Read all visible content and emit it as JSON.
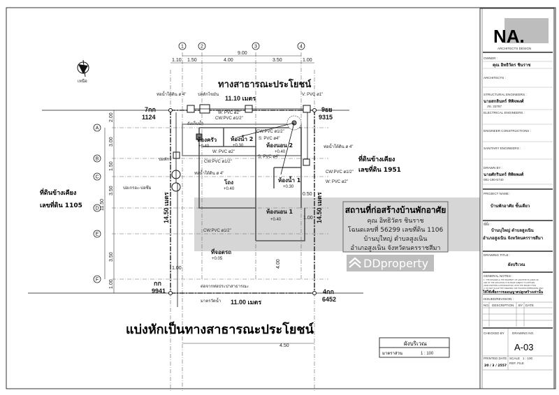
{
  "site": {
    "road_top": "ทางสาธารณะประโยชน์",
    "road_bottom": "แบ่งหักเป็นทางสาธารณะประโยชน์",
    "north_label": "เหนือ",
    "top_width": "11.10 เมตร",
    "bottom_width": "11.00 เมตร",
    "left_depth": "14.50 เมตร",
    "right_depth": "14.50 เมตร",
    "markers": {
      "top_left": [
        "7กก",
        "1124"
      ],
      "top_right": [
        "9ยย",
        "9315"
      ],
      "bottom_left": [
        "กก",
        "9941"
      ],
      "bottom_right": [
        "4กก",
        "6452"
      ]
    },
    "neighbor_right": [
      "ที่ดินข้างเคียง",
      "เลขที่ดิน 1951"
    ],
    "neighbor_left": [
      "ที่ดินข้างเคียง",
      "เลขที่ดิน 1105"
    ]
  },
  "grid": {
    "columns": [
      "1",
      "2",
      "3",
      "4"
    ],
    "rows": [
      "A",
      "B",
      "C",
      "D",
      "E",
      "F"
    ],
    "top_dims": [
      "1.10",
      "1.50",
      "4.00",
      "3.50",
      "1.00"
    ],
    "top_total": "9.00",
    "left_dims": [
      "2.00",
      "3.00",
      "1.50",
      "3.50",
      "3.50",
      "1.00"
    ],
    "left_total": "11.50",
    "bottom_dim": "4.50",
    "misc_dims": [
      "1.00",
      "4.00",
      "1.00",
      "0.50"
    ]
  },
  "rooms": [
    {
      "name": "ห้องครัว",
      "level": "+0.40"
    },
    {
      "name": "ห้องน้ำ 2",
      "level": "+0.30"
    },
    {
      "name": "ห้องนอน 2",
      "level": "+0.40"
    },
    {
      "name": "โถง",
      "level": "+0.40"
    },
    {
      "name": "ห้องน้ำ 1",
      "level": "+0.30"
    },
    {
      "name": "ห้องนอน 1",
      "level": "+0.40"
    },
    {
      "name": "ที่จอดรถ",
      "level": "+0.05"
    }
  ],
  "pipes": {
    "drain_top": "ท่อน้ำใต้ดิน ø 4\"",
    "grease_trap": "บ่อดักไขมัน",
    "vent": "V: PVC ø1\"",
    "w_pvc": "W: PVC ø2\"",
    "cw_pvc": "CW:PVC ø1/2\"",
    "s_pvc": "S: PVC ø4\"",
    "water_tank": "ถังเก็บน้ำ",
    "septic": "บ่อพัก",
    "drain_mid": "ท่อน้ำใต้ดิน ø 4\"",
    "treatment": "บ่อเกรอะ-บ่อซึม",
    "drain_right": "ท่อน้ำใต้ดิน ø 4\"",
    "to_public": "ต่อจากท่อประปาสาธารณะ",
    "meter": "มาตรวัดน้ำ"
  },
  "site_info": {
    "title": "สถานที่ก่อสร้างบ้านพักอาศัย",
    "owner": "คุณ อิทธิวัตร  ชินราช",
    "deed": "โฉนดเลขที่ 56299  เลขที่ดิน 1106",
    "village": "บ้านบุใหญ่  ตำบลสูงเนิน",
    "district": "อำเภอสูงเนิน จังหวัดนครราชสีมา"
  },
  "drawing_label": {
    "title": "ผังบริเวณ",
    "scale_label": "มาตราส่วน",
    "scale_value": "1 : 100"
  },
  "watermark": "DDproperty",
  "title_block": {
    "logo": "NA.",
    "logo_sub": "ARCHITECTS  DESIGN",
    "owner_label": "OWNER :",
    "owner_value": "คุณ อิทธิวัตร  ชินราช",
    "architects_label": "ARCHITECTS :",
    "structural_label": "STRUCTURAL ENGINEERS :",
    "structural_value": "นายสกลินทร์  ทิพิจพงศ์",
    "structural_reg": "ภย. 33787",
    "electrical_label": "ELECTRICAL ENGINEERS :",
    "construction_label": "ENGINEER CONSTRUCTIONS :",
    "sanitary_label": "SANITARY ENGINEERS :",
    "drawn_label": "DRAWN BY :",
    "drawn_value": "นายศักรินทร์  ทิพิจพงศ์",
    "drawn_phone": "081-190-5740",
    "project_label": "PROJECT NAME :",
    "project_value": "บ้านพักอาศัย ชั้นเดียว",
    "location_label": "ที่ตั้ง :",
    "location_line1": "บ้านบุใหญ่  ตำบลสูงเนิน",
    "location_line2": "อำเภอสูงเนิน จังหวัดนครราชสีมา",
    "drawing_title_label": "DRAWING TITLE :",
    "drawing_title_value": "ผังบริเวณ",
    "notes_label": "GENERAL NOTES :",
    "notes": [
      "1. THE DESIGNS & THE PROPERTY OF ARCHITECTS JAPAN OR",
      "USE OF THE SITUATION IF IN MADE SUBJECT TO RETURN",
      "UPON WRITTEN AUTHORIZATION, WITH THE PROJECT FOR",
      "2. DO NOT SCALE THE DRAWING USE FIGURED DIMENSIONS ONLY"
    ],
    "notes_thai": "ให้ใช้เพื่อการขออนุญาตปลูกสร้างเท่านั้น",
    "revision_label": "ISSUED/REVISION :",
    "rev_headers": [
      "NO.",
      "DESCRIPTION",
      "BY",
      "DATE"
    ],
    "checked_label": "CHECKED BY",
    "drawing_no_label": "DRAWING NO.",
    "drawing_no": "A-03",
    "printed_label": "PRINTED DATE",
    "printed_value": "20 / 3 / 2557",
    "scale_label": "SCALE",
    "scale_value": "1 : 100",
    "ref_label": "REF. FILE"
  }
}
